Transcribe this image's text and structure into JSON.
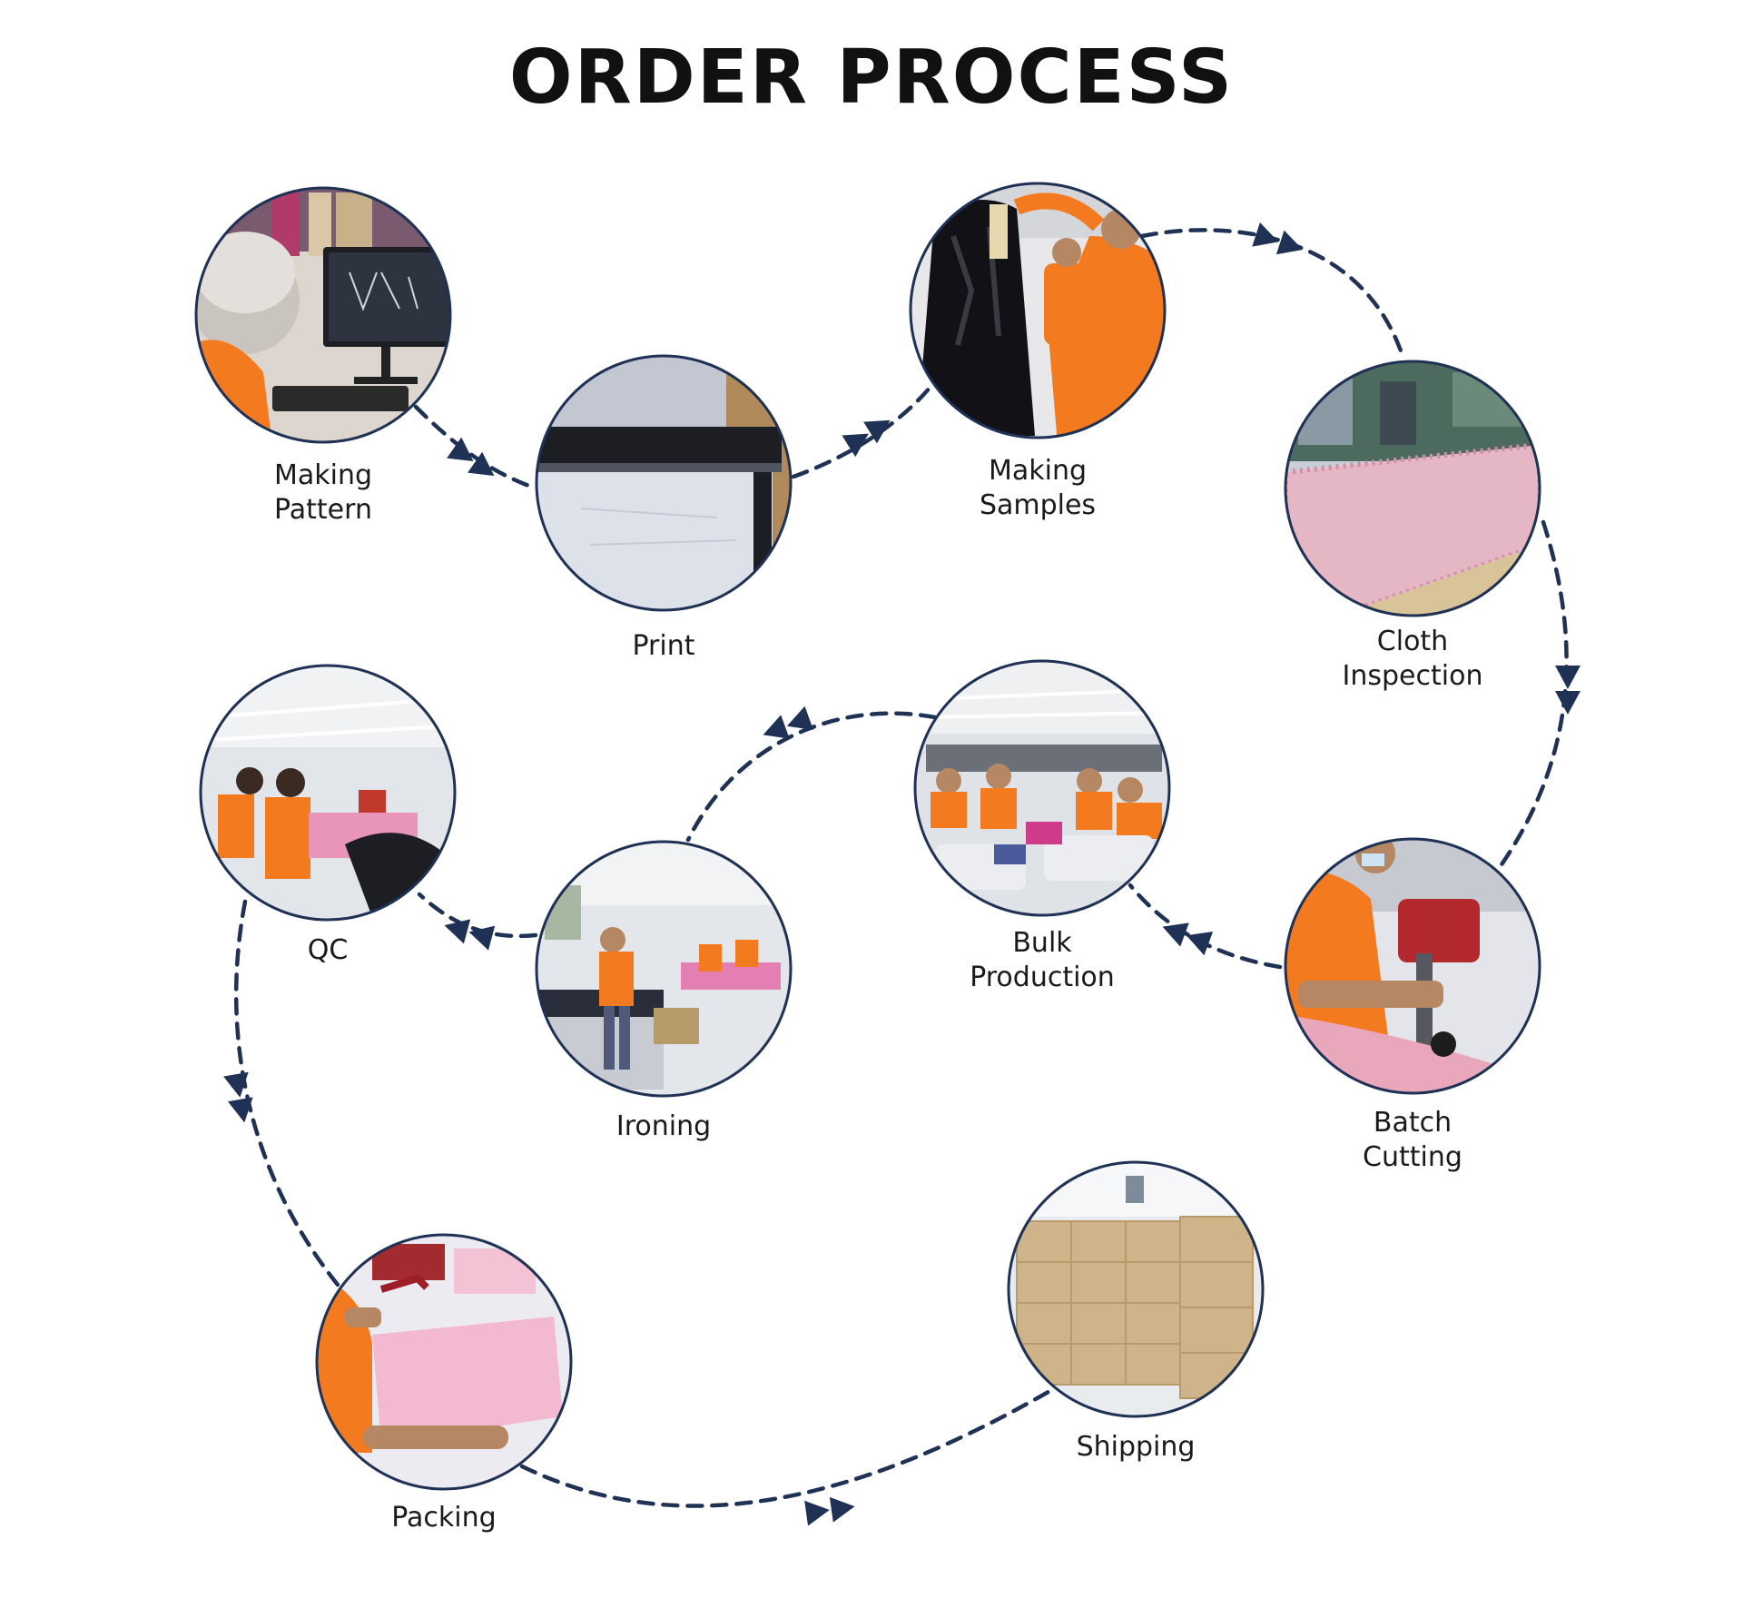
{
  "title": "ORDER PROCESS",
  "colors": {
    "arrow": "#1f3155",
    "border": "#1f3155",
    "background": "#ffffff"
  },
  "steps": [
    {
      "id": "making-pattern",
      "label": "Making\nPattern",
      "icon": "computer-pattern-photo"
    },
    {
      "id": "print",
      "label": "Print",
      "icon": "plotter-printer-photo"
    },
    {
      "id": "making-samples",
      "label": "Making\nSamples",
      "icon": "mannequin-fitting-photo"
    },
    {
      "id": "cloth-inspection",
      "label": "Cloth\nInspection",
      "icon": "fabric-roll-photo"
    },
    {
      "id": "batch-cutting",
      "label": "Batch\nCutting",
      "icon": "cutting-machine-photo"
    },
    {
      "id": "bulk-production",
      "label": "Bulk\nProduction",
      "icon": "sewing-line-photo"
    },
    {
      "id": "ironing",
      "label": "Ironing",
      "icon": "ironing-table-photo"
    },
    {
      "id": "qc",
      "label": "QC",
      "icon": "quality-check-photo"
    },
    {
      "id": "packing",
      "label": "Packing",
      "icon": "packing-bag-photo"
    },
    {
      "id": "shipping",
      "label": "Shipping",
      "icon": "carton-boxes-photo"
    }
  ]
}
